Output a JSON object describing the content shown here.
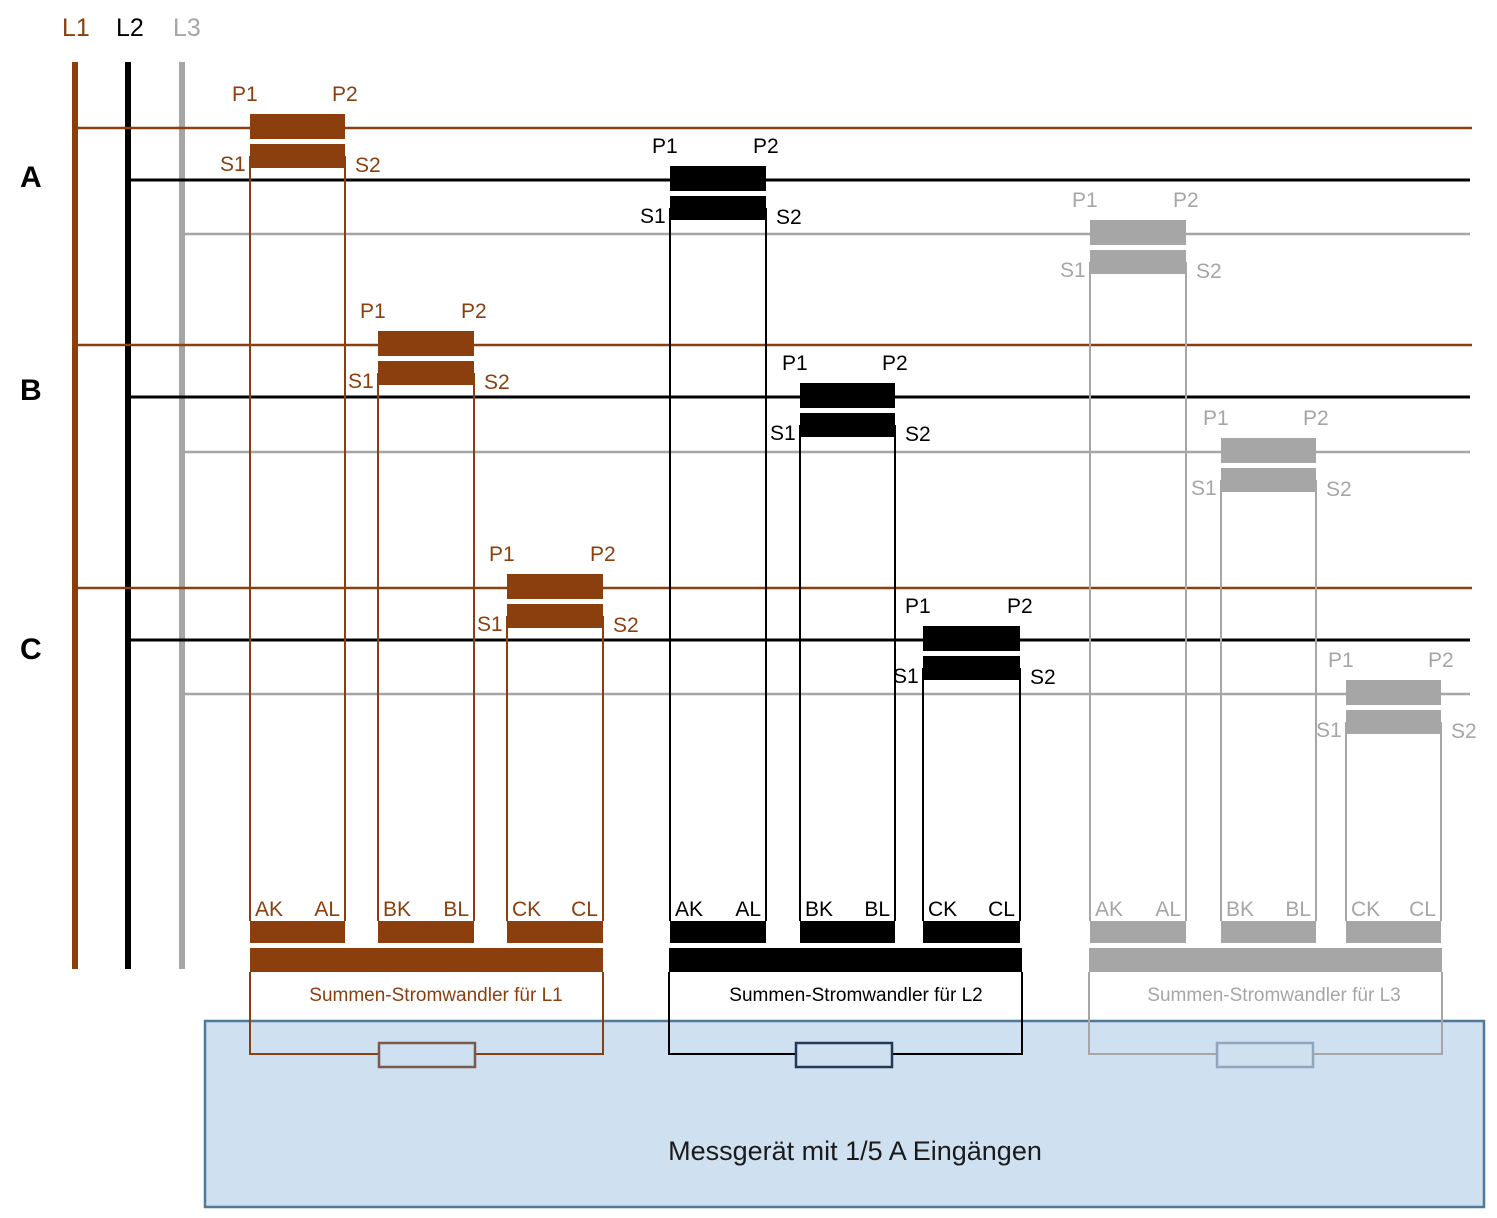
{
  "colors": {
    "L1": "#8B3F0E",
    "L2": "#000000",
    "L3": "#A6A6A6",
    "meter_fill": "#CFE0F1",
    "meter_border": "#4F7899",
    "resistor_L1": "#7A5A4F",
    "resistor_L2": "#1F3A52",
    "resistor_L3": "#8FA6BC"
  },
  "phases": [
    {
      "key": "L1",
      "label": "L1"
    },
    {
      "key": "L2",
      "label": "L2"
    },
    {
      "key": "L3",
      "label": "L3"
    }
  ],
  "feeders": [
    {
      "label": "A"
    },
    {
      "label": "B"
    },
    {
      "label": "C"
    }
  ],
  "transformer_labels": {
    "p1": "P1",
    "p2": "P2",
    "s1": "S1",
    "s2": "S2"
  },
  "summation_transformers": [
    {
      "phase": "L1",
      "label": "Summen-Stromwandler für L1",
      "inputs": [
        [
          "AK",
          "AL"
        ],
        [
          "BK",
          "BL"
        ],
        [
          "CK",
          "CL"
        ]
      ]
    },
    {
      "phase": "L2",
      "label": "Summen-Stromwandler für L2",
      "inputs": [
        [
          "AK",
          "AL"
        ],
        [
          "BK",
          "BL"
        ],
        [
          "CK",
          "CL"
        ]
      ]
    },
    {
      "phase": "L3",
      "label": "Summen-Stromwandler für L3",
      "inputs": [
        [
          "AK",
          "AL"
        ],
        [
          "BK",
          "BL"
        ],
        [
          "CK",
          "CL"
        ]
      ]
    }
  ],
  "meter": {
    "label": "Messgerät mit 1/5 A Eingängen"
  }
}
